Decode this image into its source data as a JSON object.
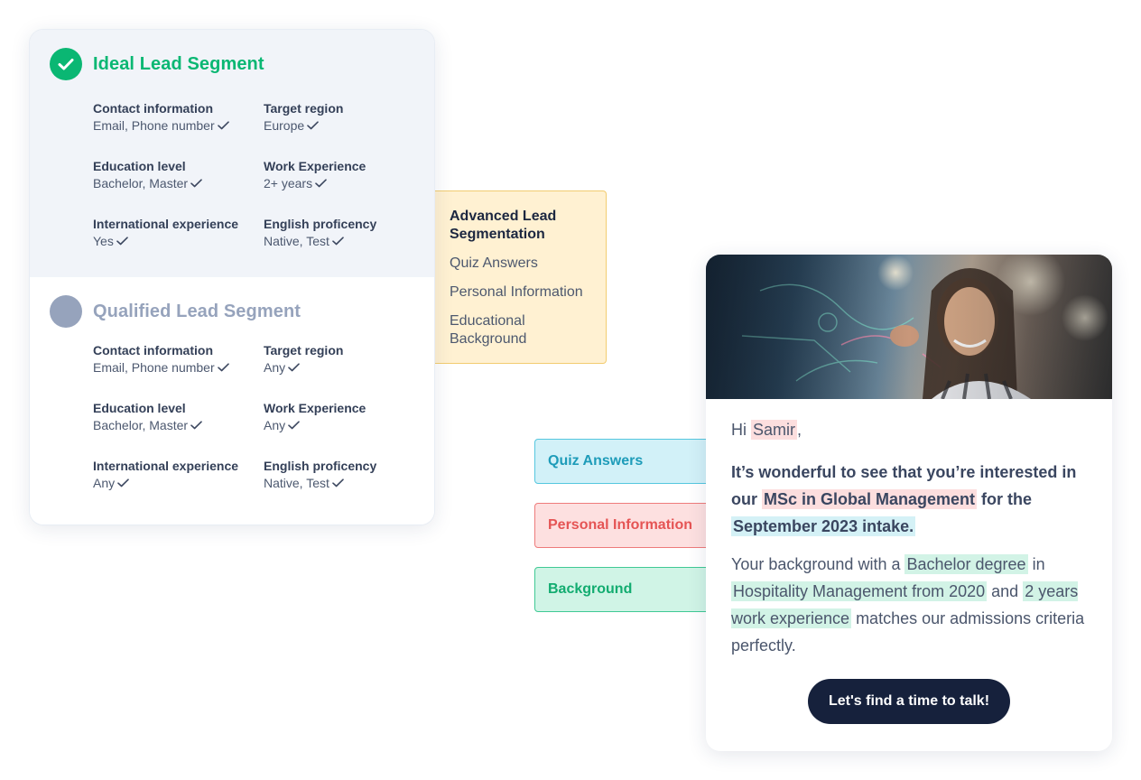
{
  "ideal_segment": {
    "title": "Ideal Lead Segment",
    "attributes": [
      {
        "label": "Contact information",
        "value": "Email, Phone number"
      },
      {
        "label": "Target region",
        "value": "Europe"
      },
      {
        "label": "Education level",
        "value": "Bachelor, Master"
      },
      {
        "label": "Work Experience",
        "value": "2+ years"
      },
      {
        "label": "International experience",
        "value": "Yes"
      },
      {
        "label": "English proficency",
        "value": "Native, Test"
      }
    ]
  },
  "qualified_segment": {
    "title": "Qualified Lead Segment",
    "attributes": [
      {
        "label": "Contact information",
        "value": "Email, Phone number"
      },
      {
        "label": "Target region",
        "value": "Any"
      },
      {
        "label": "Education level",
        "value": "Bachelor, Master"
      },
      {
        "label": "Work Experience",
        "value": "Any"
      },
      {
        "label": "International experience",
        "value": "Any"
      },
      {
        "label": "English proficency",
        "value": "Native, Test"
      }
    ]
  },
  "advanced_segmentation": {
    "title": "Advanced Lead Segmentation",
    "items": [
      "Quiz Answers",
      "Personal Information",
      "Educational Background"
    ]
  },
  "tags": {
    "quiz": "Quiz Answers",
    "personal": "Personal Information",
    "background": "Background"
  },
  "email": {
    "greeting_prefix": "Hi ",
    "name": "Samir",
    "greeting_suffix": ",",
    "lead_text_1": "It’s wonderful to see that you’re interested in our ",
    "program": "MSc in Global Management",
    "lead_text_2": " for the ",
    "intake": "September 2023 intake.",
    "para_text_1": "Your background with a ",
    "degree": "Bachelor degree",
    "para_text_2": " in ",
    "field": "Hospitality Management from 2020",
    "para_text_3": " and ",
    "experience": "2 years work experience",
    "para_text_4": " matches our admissions criteria perfectly.",
    "cta_label": "Let's find a time to talk!"
  },
  "colors": {
    "ideal_green": "#0ab773",
    "qualified_gray": "#96a3bc",
    "cta_navy": "#16213c",
    "advanced_yellow": "#fff1d2"
  },
  "icons": {
    "ideal_badge": "check-circle-icon",
    "qualified_badge": "gray-circle-icon",
    "attribute_check": "check-icon"
  }
}
